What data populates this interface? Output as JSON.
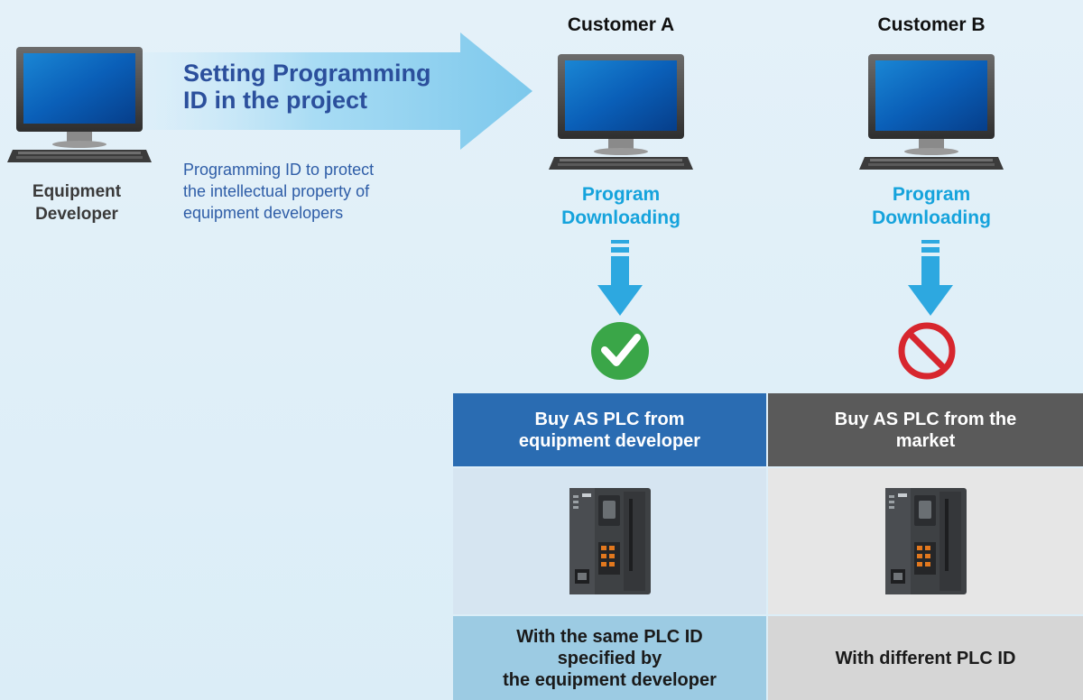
{
  "developer": {
    "label": "Equipment\nDeveloper"
  },
  "arrow": {
    "title": "Setting Programming\nID in the project",
    "description": "Programming ID to protect\nthe intellectual property of\nequipment developers"
  },
  "customers": [
    {
      "name": "Customer A",
      "action": "Program\nDownloading",
      "result": "allowed",
      "result_icon": "check-icon",
      "result_color": "#3aa648"
    },
    {
      "name": "Customer B",
      "action": "Program\nDownloading",
      "result": "blocked",
      "result_icon": "prohibited-icon",
      "result_color": "#d7262e"
    }
  ],
  "table": {
    "header_left": "Buy AS PLC from\nequipment developer",
    "header_right": "Buy AS PLC from the\nmarket",
    "footer_left": "With the same PLC ID\nspecified by\nthe equipment developer",
    "footer_right": "With different PLC ID",
    "colors": {
      "header_left": "#2a6cb2",
      "header_right": "#5a5a5a",
      "footer_left": "#9ccbe3",
      "footer_right": "#d6d6d6"
    }
  },
  "colors": {
    "accent_title": "#2b4f9c",
    "accent_download": "#15a3dc",
    "arrow": "#7cc8ec"
  }
}
